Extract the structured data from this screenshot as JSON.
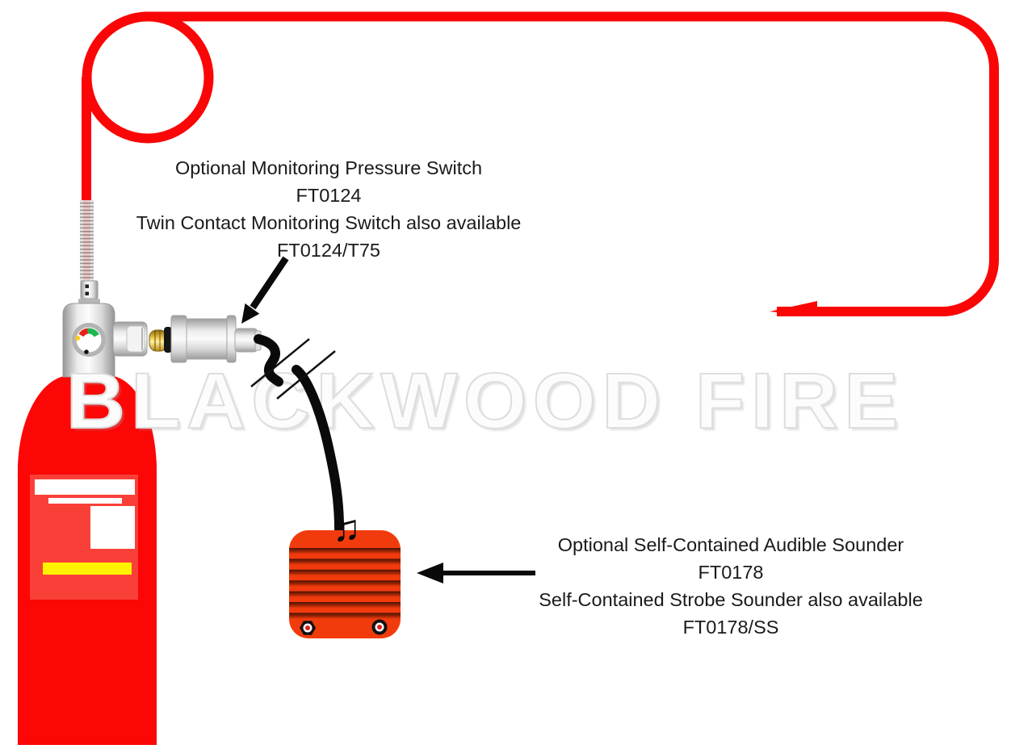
{
  "title": "Fire suppression cylinder with optional pressure switch and sounder - product diagram",
  "watermark": "BLACKWOOD FIRE",
  "labels": {
    "pressure_switch": [
      "Optional Monitoring Pressure Switch",
      "FT0124",
      "Twin Contact Monitoring Switch also available",
      "FT0124/T75"
    ],
    "sounder": [
      "Optional Self-Contained Audible Sounder",
      "FT0178",
      "Self-Contained Strobe Sounder also available",
      "FT0178/SS"
    ]
  },
  "icons": {
    "music_note": "♫"
  },
  "colors": {
    "detection_tube_red": "#FA0606",
    "cylinder_red": "#FC0606",
    "cylinder_label_panel_red": "#F94038",
    "cylinder_label_yellow": "#FFF200",
    "sounder_orange": "#F23B0D",
    "sounder_ridge_dark": "#4A1202",
    "cable_black": "#0A0A0A",
    "gauge_red": "#E8211A",
    "gauge_green": "#1CB84E",
    "gauge_yellow": "#FFC90E",
    "metal_grey": "#D9D9D9",
    "brass_gold": "#D8AE3C",
    "watermark_grey": "#DEDEDE",
    "text_black": "#1A1A1A"
  }
}
